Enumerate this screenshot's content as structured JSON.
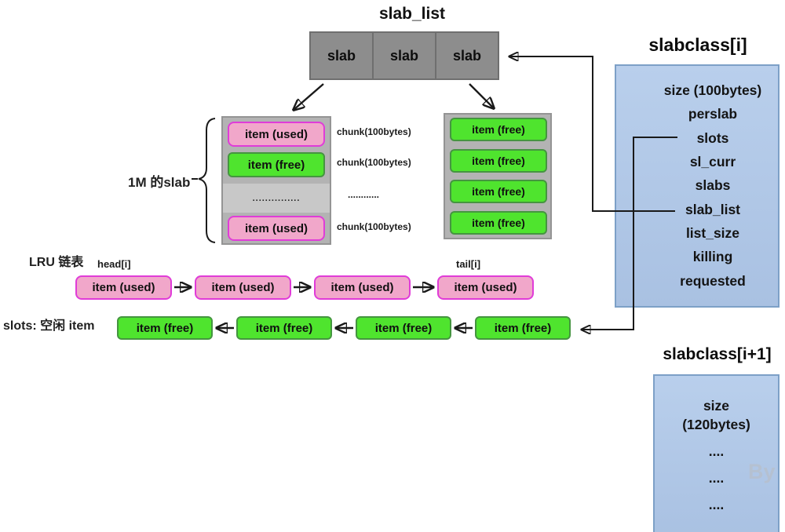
{
  "slab_list_box": {
    "title": "slab_list",
    "cells": [
      "slab",
      "slab",
      "slab"
    ]
  },
  "slab_1m": {
    "label": "1M 的slab",
    "rows": [
      {
        "label": "item (used)",
        "variant": "used"
      },
      {
        "label": "item (free)",
        "variant": "free"
      },
      {
        "label": "...............",
        "variant": "dots"
      },
      {
        "label": "item (used)",
        "variant": "used"
      }
    ],
    "chunks": [
      "chunk(100bytes)",
      "chunk(100bytes)",
      "............",
      "chunk(100bytes)"
    ]
  },
  "free_stack": {
    "items": [
      "item (free)",
      "item (free)",
      "item (free)",
      "item (free)"
    ]
  },
  "lru": {
    "label": "LRU 链表",
    "head_label": "head[i]",
    "tail_label": "tail[i]",
    "items": [
      "item (used)",
      "item (used)",
      "item (used)",
      "item (used)"
    ]
  },
  "slots_row": {
    "label": "slots: 空闲 item",
    "items": [
      "item (free)",
      "item (free)",
      "item (free)",
      "item (free)"
    ]
  },
  "slabclass_i": {
    "title": "slabclass[i]",
    "fields": [
      "size (100bytes)",
      "perslab",
      "slots",
      "sl_curr",
      "slabs",
      "slab_list",
      "list_size",
      "killing",
      "requested"
    ]
  },
  "slabclass_i_plus_1": {
    "title": "slabclass[i+1]",
    "fields": [
      "size",
      "(120bytes)",
      "....",
      "....",
      "...."
    ],
    "watermark": "By"
  },
  "colors": {
    "item_used_fill": "#f1a7ca",
    "item_used_border": "#e03cd8",
    "item_free_fill": "#4fe42e",
    "item_free_border": "#459540",
    "slab_box_fill": "#8d8d8d",
    "stack_fill": "#b3b3b3",
    "slabclass_fill": "#aec6e6",
    "slabclass_border": "#7da0c7",
    "arrow": "#1a1a1a"
  }
}
